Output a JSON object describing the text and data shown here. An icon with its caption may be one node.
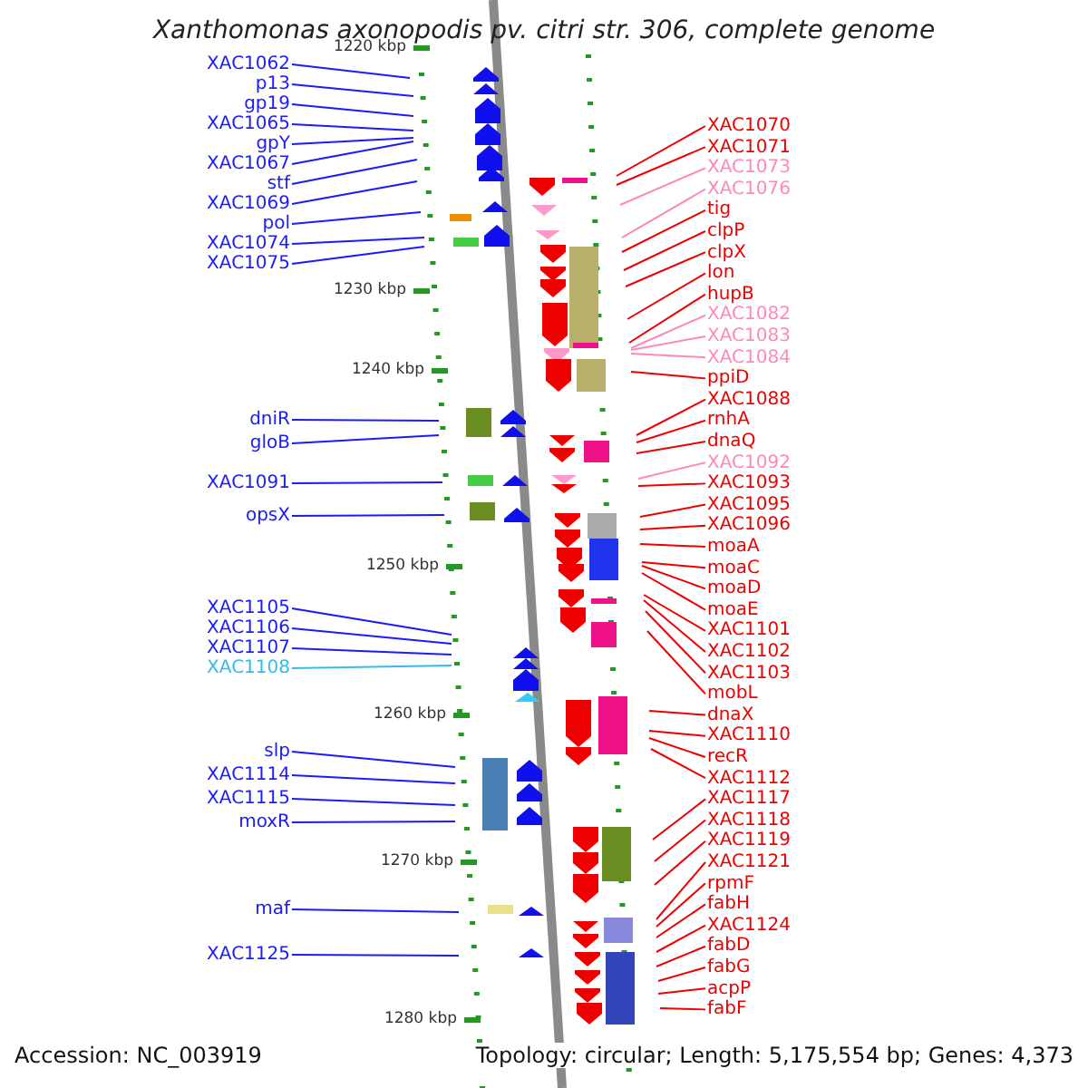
{
  "diagram": {
    "title": "Xanthomonas axonopodis pv. citri str. 306, complete genome",
    "nodes": [
      {
        "text": [
          "XAC1062"
        ]
      },
      {
        "text": [
          "p13"
        ]
      },
      {
        "text": [
          "gp19"
        ]
      },
      {
        "text": [
          "XAC1065"
        ]
      },
      {
        "text": [
          "gpY"
        ]
      },
      {
        "text": [
          "XAC1067"
        ]
      },
      {
        "text": [
          "stf"
        ]
      },
      {
        "text": [
          "XAC1069"
        ]
      },
      {
        "text": [
          "pol"
        ]
      },
      {
        "text": [
          "XAC1074"
        ]
      },
      {
        "text": [
          "XAC1075"
        ]
      },
      {
        "text": [
          "dniR"
        ]
      },
      {
        "text": [
          "gloB"
        ]
      },
      {
        "text": [
          "XAC1091"
        ]
      },
      {
        "text": [
          "opsX"
        ]
      },
      {
        "text": [
          "XAC1105"
        ]
      },
      {
        "text": [
          "XAC1106"
        ]
      },
      {
        "text": [
          "XAC1107"
        ]
      },
      {
        "text": [
          "XAC1108"
        ]
      },
      {
        "text": [
          "slp"
        ]
      },
      {
        "text": [
          "XAC1114"
        ]
      },
      {
        "text": [
          "XAC1115"
        ]
      },
      {
        "text": [
          "moxR"
        ]
      },
      {
        "text": [
          "maf"
        ]
      },
      {
        "text": [
          "XAC1125"
        ]
      },
      {
        "text": [
          "XAC1070"
        ]
      },
      {
        "text": [
          "XAC1071"
        ]
      },
      {
        "text": [
          "XAC1073"
        ]
      },
      {
        "text": [
          "XAC1076"
        ]
      },
      {
        "text": [
          "tig"
        ]
      },
      {
        "text": [
          "clpP"
        ]
      },
      {
        "text": [
          "clpX"
        ]
      },
      {
        "text": [
          "lon"
        ]
      },
      {
        "text": [
          "hupB"
        ]
      },
      {
        "text": [
          "XAC1082"
        ]
      },
      {
        "text": [
          "XAC1083"
        ]
      },
      {
        "text": [
          "XAC1084"
        ]
      },
      {
        "text": [
          "ppiD"
        ]
      },
      {
        "text": [
          "XAC1088"
        ]
      },
      {
        "text": [
          "rnhA"
        ]
      },
      {
        "text": [
          "dnaQ"
        ]
      },
      {
        "text": [
          "XAC1092"
        ]
      },
      {
        "text": [
          "XAC1093"
        ]
      },
      {
        "text": [
          "XAC1095"
        ]
      },
      {
        "text": [
          "XAC1096"
        ]
      },
      {
        "text": [
          "moaA"
        ]
      },
      {
        "text": [
          "moaC"
        ]
      },
      {
        "text": [
          "moaD"
        ]
      },
      {
        "text": [
          "moaE"
        ]
      },
      {
        "text": [
          "XAC1101"
        ]
      },
      {
        "text": [
          "XAC1102"
        ]
      },
      {
        "text": [
          "XAC1103"
        ]
      },
      {
        "text": [
          "mobL"
        ]
      },
      {
        "text": [
          "dnaX"
        ]
      },
      {
        "text": [
          "XAC1110"
        ]
      },
      {
        "text": [
          "recR"
        ]
      },
      {
        "text": [
          "XAC1112"
        ]
      },
      {
        "text": [
          "XAC1117"
        ]
      },
      {
        "text": [
          "XAC1118"
        ]
      },
      {
        "text": [
          "XAC1119"
        ]
      },
      {
        "text": [
          "XAC1121"
        ]
      },
      {
        "text": [
          "rpmF"
        ]
      },
      {
        "text": [
          "fabH"
        ]
      },
      {
        "text": [
          "XAC1124"
        ]
      },
      {
        "text": [
          "fabD"
        ]
      },
      {
        "text": [
          "fabG"
        ]
      },
      {
        "text": [
          "acpP"
        ]
      },
      {
        "text": [
          "fabF"
        ]
      }
    ],
    "edges": [
      {
        "from": 0,
        "to": null,
        "arrow": "none",
        "color": "#1a1aff"
      },
      {
        "from": 1,
        "to": null,
        "arrow": "none",
        "color": "#1a1aff"
      },
      {
        "from": 2,
        "to": null,
        "arrow": "none",
        "color": "#1a1aff"
      },
      {
        "from": 3,
        "to": null,
        "arrow": "none",
        "color": "#1a1aff"
      },
      {
        "from": 4,
        "to": null,
        "arrow": "none",
        "color": "#1a1aff"
      },
      {
        "from": 5,
        "to": null,
        "arrow": "none",
        "color": "#1a1aff"
      },
      {
        "from": 6,
        "to": null,
        "arrow": "none",
        "color": "#1a1aff"
      },
      {
        "from": 7,
        "to": null,
        "arrow": "none",
        "color": "#1a1aff"
      },
      {
        "from": 8,
        "to": null,
        "arrow": "none",
        "color": "#1a1aff"
      },
      {
        "from": 9,
        "to": null,
        "arrow": "none",
        "color": "#1a1aff"
      },
      {
        "from": 10,
        "to": null,
        "arrow": "none",
        "color": "#1a1aff"
      },
      {
        "from": 11,
        "to": null,
        "arrow": "none",
        "color": "#1a1aff"
      },
      {
        "from": 12,
        "to": null,
        "arrow": "none",
        "color": "#1a1aff"
      },
      {
        "from": 13,
        "to": null,
        "arrow": "none",
        "color": "#1a1aff"
      },
      {
        "from": 14,
        "to": null,
        "arrow": "none",
        "color": "#1a1aff"
      },
      {
        "from": 15,
        "to": null,
        "arrow": "none",
        "color": "#1a1aff"
      },
      {
        "from": 16,
        "to": null,
        "arrow": "none",
        "color": "#1a1aff"
      },
      {
        "from": 17,
        "to": null,
        "arrow": "none",
        "color": "#1a1aff"
      },
      {
        "from": 18,
        "to": null,
        "arrow": "none",
        "color": "#33bbee"
      },
      {
        "from": 19,
        "to": null,
        "arrow": "none",
        "color": "#1a1aff"
      },
      {
        "from": 20,
        "to": null,
        "arrow": "none",
        "color": "#1a1aff"
      },
      {
        "from": 21,
        "to": null,
        "arrow": "none",
        "color": "#1a1aff"
      },
      {
        "from": 22,
        "to": null,
        "arrow": "none",
        "color": "#1a1aff"
      },
      {
        "from": 23,
        "to": null,
        "arrow": "none",
        "color": "#1a1aff"
      },
      {
        "from": 24,
        "to": null,
        "arrow": "none",
        "color": "#1a1aff"
      },
      {
        "from": 25,
        "to": null,
        "arrow": "none"
      },
      {
        "from": 26,
        "to": null,
        "arrow": "none"
      },
      {
        "from": 27,
        "to": null,
        "arrow": "none",
        "color": "#ff88bb"
      },
      {
        "from": 28,
        "to": null,
        "arrow": "none",
        "color": "#ff88bb"
      },
      {
        "from": 29,
        "to": null,
        "arrow": "none"
      },
      {
        "from": 30,
        "to": null,
        "arrow": "none"
      },
      {
        "from": 31,
        "to": null,
        "arrow": "none"
      },
      {
        "from": 32,
        "to": null,
        "arrow": "none"
      },
      {
        "from": 33,
        "to": null,
        "arrow": "none"
      },
      {
        "from": 34,
        "to": null,
        "arrow": "none",
        "color": "#ff88bb"
      },
      {
        "from": 35,
        "to": null,
        "arrow": "none",
        "color": "#ff88bb"
      },
      {
        "from": 36,
        "to": null,
        "arrow": "none",
        "color": "#ff88bb"
      },
      {
        "from": 37,
        "to": null,
        "arrow": "none"
      },
      {
        "from": 38,
        "to": null,
        "arrow": "none"
      },
      {
        "from": 39,
        "to": null,
        "arrow": "none"
      },
      {
        "from": 40,
        "to": null,
        "arrow": "none"
      },
      {
        "from": 41,
        "to": null,
        "arrow": "none",
        "color": "#ff88bb"
      },
      {
        "from": 42,
        "to": null,
        "arrow": "none"
      },
      {
        "from": 43,
        "to": null,
        "arrow": "none"
      },
      {
        "from": 44,
        "to": null,
        "arrow": "none"
      },
      {
        "from": 45,
        "to": null,
        "arrow": "none"
      },
      {
        "from": 46,
        "to": null,
        "arrow": "none"
      },
      {
        "from": 47,
        "to": null,
        "arrow": "none"
      },
      {
        "from": 48,
        "to": null,
        "arrow": "none"
      },
      {
        "from": 49,
        "to": null,
        "arrow": "none"
      },
      {
        "from": 50,
        "to": null,
        "arrow": "none"
      },
      {
        "from": 51,
        "to": null,
        "arrow": "none"
      },
      {
        "from": 52,
        "to": null,
        "arrow": "none"
      },
      {
        "from": 53,
        "to": null,
        "arrow": "none"
      },
      {
        "from": 54,
        "to": null,
        "arrow": "none"
      },
      {
        "from": 55,
        "to": null,
        "arrow": "none"
      },
      {
        "from": 56,
        "to": null,
        "arrow": "none"
      },
      {
        "from": 57,
        "to": null,
        "arrow": "none"
      },
      {
        "from": 58,
        "to": null,
        "arrow": "none"
      },
      {
        "from": 59,
        "to": null,
        "arrow": "none"
      },
      {
        "from": 60,
        "to": null,
        "arrow": "none"
      },
      {
        "from": 61,
        "to": null,
        "arrow": "none"
      },
      {
        "from": 62,
        "to": null,
        "arrow": "none"
      },
      {
        "from": 63,
        "to": null,
        "arrow": "none"
      },
      {
        "from": 64,
        "to": null,
        "arrow": "none"
      },
      {
        "from": 65,
        "to": null,
        "arrow": "none"
      },
      {
        "from": 66,
        "to": null,
        "arrow": "none"
      },
      {
        "from": 67,
        "to": null,
        "arrow": "none"
      }
    ],
    "labels": [
      "1220 kbp",
      "1230 kbp",
      "1240 kbp",
      "1250 kbp",
      "1260 kbp",
      "1270 kbp",
      "1280 kbp",
      "Accession: NC_003919",
      "Topology: circular; Length: 5,175,554 bp; Genes: 4,373"
    ]
  }
}
